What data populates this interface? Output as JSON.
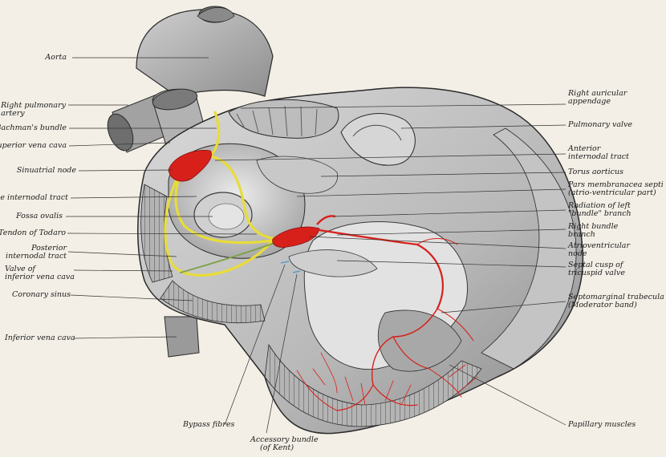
{
  "colors": {
    "paper": "#f3efe6",
    "tissue_light": "#d2d2d2",
    "tissue_mid": "#a8a8a8",
    "tissue_dark": "#5c5c5c",
    "outline": "#2a2a2a",
    "conduction_yellow": "#e8dc3a",
    "conduction_red": "#d8201a",
    "leader": "#333333",
    "bypass_blue": "#5aa0c8"
  },
  "labels": {
    "aorta": "Aorta",
    "right_pulmonary_artery_1": "Right pulmonary",
    "right_pulmonary_artery_2": "artery",
    "bachmanns_bundle": "Bachman's bundle",
    "superior_vena_cava": "Superior vena cava",
    "sinuatrial_node": "Sinuatrial node",
    "middle_internodal_tract": "Middle internodal tract",
    "fossa_ovalis": "Fossa ovalis",
    "tendon_of_todaro": "Tendon of Todaro",
    "posterior_internodal_tract_1": "Posterior",
    "posterior_internodal_tract_2": "internodal tract",
    "valve_ivc_1": "Valve of",
    "valve_ivc_2": "inferior vena cava",
    "coronary_sinus": "Coronary sinus",
    "inferior_vena_cava": "Inferior vena cava",
    "bypass_fibres": "Bypass fibres",
    "accessory_bundle_1": "Accessory bundle",
    "accessory_bundle_2": "(of Kent)",
    "right_auricular_appendage_1": "Right auricular",
    "right_auricular_appendage_2": "appendage",
    "pulmonary_valve": "Pulmonary valve",
    "anterior_internodal_tract_1": "Anterior",
    "anterior_internodal_tract_2": "internodal tract",
    "torus_aorticus": "Torus aorticus",
    "pars_membranacea_1": "Pars membranacea septi",
    "pars_membranacea_2": "(atrio-ventricular part)",
    "radiation_left_bundle_1": "Radiation of left",
    "radiation_left_bundle_2": "\"bundle\" branch",
    "right_bundle_branch_1": "Right bundle",
    "right_bundle_branch_2": "branch",
    "av_node_1": "Atrioventricular",
    "av_node_2": "node",
    "septal_cusp_1": "Septal cusp of",
    "septal_cusp_2": "tricuspid valve",
    "septomarginal_1": "Septomarginal trabecula",
    "septomarginal_2": "(Moderator band)",
    "papillary_muscles": "Papillary muscles"
  }
}
